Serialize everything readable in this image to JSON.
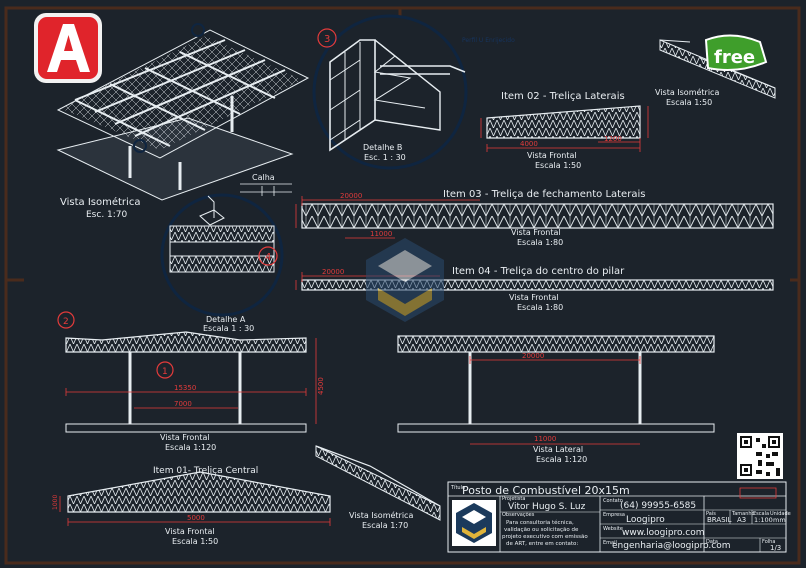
{
  "labels": {
    "vista_iso_1": "Vista Isométrica",
    "esc_iso_1": "Esc. 1:70",
    "detalhe_b": "Detalhe B",
    "esc_b": "Esc. 1 : 30",
    "perfil": "Perfil U Enrijecido",
    "calha": "Calha",
    "detalhe_a": "Detalhe A",
    "escala_a": "Escala 1 : 30",
    "item02": "Item 02 - Treliça Laterais",
    "vf_item02": "Vista Frontal",
    "esc_item02": "Escala 1:50",
    "vista_iso_2": "Vista Isométrica",
    "esc_iso_2": "Escala 1:50",
    "item03": "Item 03 - Treliça de fechamento Laterais",
    "vf_item03": "Vista Frontal",
    "esc_item03": "Escala 1:80",
    "item04": "Item 04 - Treliça do centro do pilar",
    "vf_item04": "Vista Frontal",
    "esc_item04": "Escala 1:80",
    "vf_main": "Vista Frontal",
    "esc_main": "Escala 1:120",
    "vl_main": "Vista Lateral",
    "esc_vl": "Escala 1:120",
    "item01": "Item 01- Treliça Central",
    "vf_item01": "Vista Frontal",
    "esc_item01": "Escala 1:50",
    "vista_iso_3": "Vista Isométrica",
    "esc_iso_3": "Escala 1:70"
  },
  "dims": {
    "d4000": "4000",
    "d1200": "1200",
    "d20000a": "20000",
    "d11000": "11000",
    "d20000b": "20000",
    "d15350": "15350",
    "d7000": "7000",
    "d4500": "4500",
    "d20000c": "20000",
    "d11000b": "11000",
    "d5000": "5000",
    "d1000": "1000"
  },
  "callouts": {
    "c1": "1",
    "c2": "2",
    "c3": "3",
    "c4": "4"
  },
  "badge": {
    "free": "free"
  },
  "title_block": {
    "project_label": "Título",
    "project_title": "Posto de Combustível 20x15m",
    "designer_label": "Projetista",
    "designer": "Vitor Hugo S. Luz",
    "contact_label": "Contato",
    "phone": "(64) 99955-6585",
    "company_label": "Empresa",
    "company": "Loogipro",
    "website_label": "Website",
    "website": "www.loogipro.com",
    "email_label": "Email",
    "email": "engenharia@loogipro.com",
    "obs_label": "Observações",
    "obs_text": [
      "Para consultoria técnica,",
      "validação ou solicitação de",
      "projeto executivo com emissão",
      "de ART, entre em contato:"
    ],
    "country_label": "País",
    "country": "BRASIL",
    "sheet_label": "Tamanho",
    "sheet": "A3",
    "scale_label": "Escala",
    "scale": "1:100",
    "unit_label": "Unidade",
    "unit": "mm",
    "date_label": "Data",
    "page_label": "Folha",
    "page": "1/3"
  }
}
